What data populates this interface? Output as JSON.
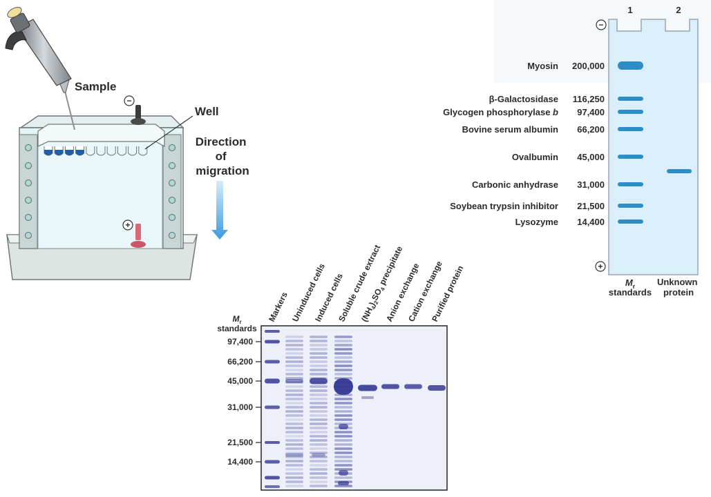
{
  "apparatus": {
    "sample_label": "Sample",
    "well_label": "Well",
    "direction_label": [
      "Direction",
      "of",
      "migration"
    ],
    "minus_sign": "−",
    "plus_sign": "+"
  },
  "standards_gel": {
    "lane_numbers": [
      "1",
      "2"
    ],
    "minus_sign": "−",
    "plus_sign": "+",
    "lane1_caption_symbol": "M",
    "lane1_caption_subscript": "r",
    "lane1_caption_word": "standards",
    "lane2_caption": [
      "Unknown",
      "protein"
    ],
    "markers": [
      {
        "name": "Myosin",
        "mr": "200,000"
      },
      {
        "name": "β-Galactosidase",
        "mr": "116,250"
      },
      {
        "name": "Glycogen phosphorylase b",
        "mr": "97,400"
      },
      {
        "name": "Bovine serum albumin",
        "mr": "66,200"
      },
      {
        "name": "Ovalbumin",
        "mr": "45,000"
      },
      {
        "name": "Carbonic anhydrase",
        "mr": "31,000"
      },
      {
        "name": "Soybean trypsin inhibitor",
        "mr": "21,500"
      },
      {
        "name": "Lysozyme",
        "mr": "14,400"
      }
    ]
  },
  "purification_gel": {
    "axis_symbol": "M",
    "axis_subscript": "r",
    "axis_word": "standards",
    "ticks": [
      "97,400",
      "66,200",
      "45,000",
      "31,000",
      "21,500",
      "14,400"
    ],
    "lanes": [
      "Markers",
      "Uninduced cells",
      "Induced cells",
      "Soluble crude extract",
      "(NH4)2SO4 precipitate",
      "Anion exchange",
      "Cation exchange",
      "Purified protein"
    ]
  }
}
